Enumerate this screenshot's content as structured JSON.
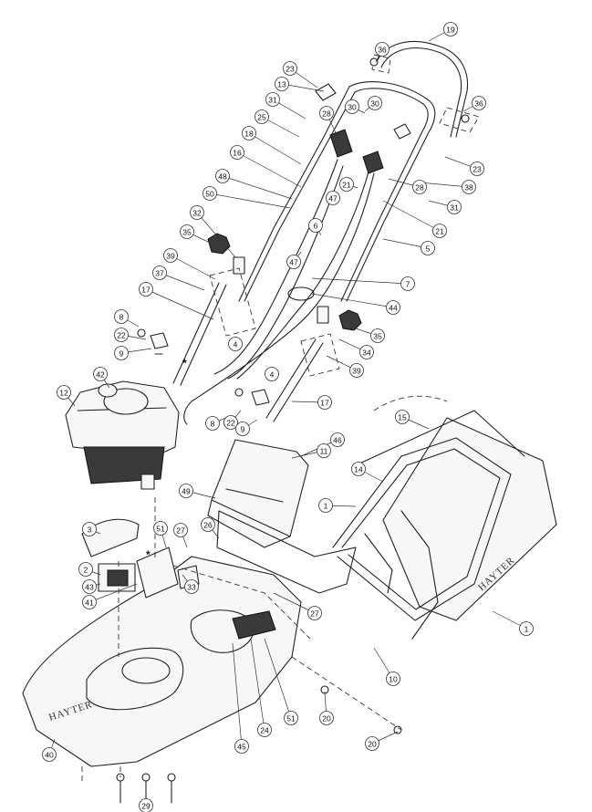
{
  "brand_marks": [
    "HAYTER",
    "HAYTER"
  ],
  "marker_symbol": "*",
  "part_numbers": [
    "19",
    "36",
    "23",
    "13",
    "30",
    "31",
    "25",
    "28",
    "18",
    "16",
    "48",
    "50",
    "47",
    "21",
    "38",
    "6",
    "32",
    "35",
    "5",
    "47",
    "39",
    "37",
    "17",
    "8",
    "22",
    "9",
    "4",
    "44",
    "7",
    "34",
    "35",
    "39",
    "4",
    "17",
    "8",
    "22",
    "9",
    "42",
    "12",
    "46",
    "11",
    "15",
    "14",
    "49",
    "1",
    "3",
    "51",
    "27",
    "26",
    "2",
    "43",
    "41",
    "33",
    "27",
    "10",
    "1",
    "20",
    "24",
    "51",
    "45",
    "40",
    "20",
    "29",
    "30",
    "36",
    "23",
    "28",
    "31",
    "21"
  ]
}
